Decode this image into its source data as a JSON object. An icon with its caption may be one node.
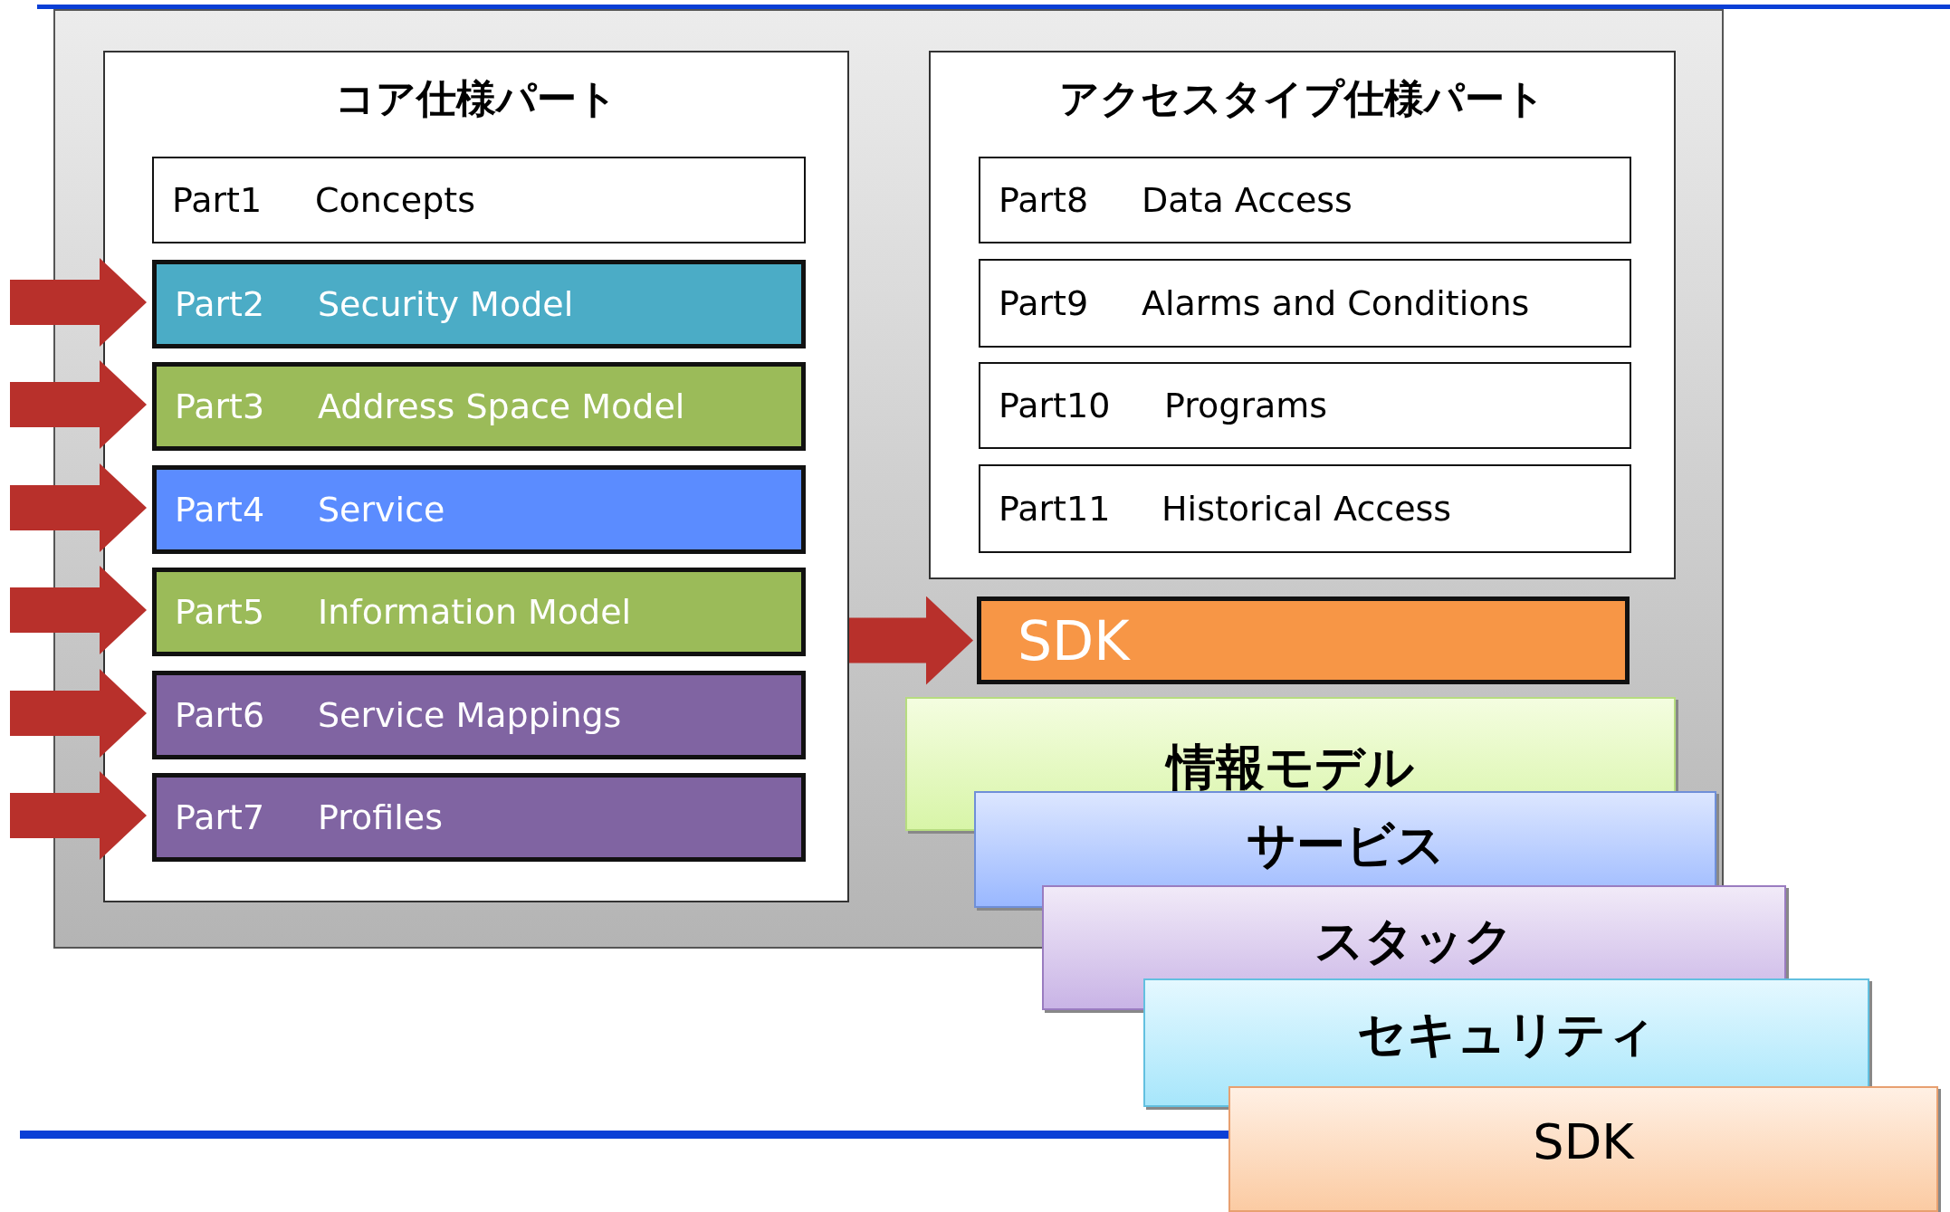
{
  "diagram": {
    "nodes": [
      {
        "text": [
          "コア仕様パート"
        ]
      },
      {
        "text": [
          "Part1",
          "Concepts"
        ],
        "in": 0
      },
      {
        "text": [
          "Part2",
          "Security Model"
        ],
        "in": 0
      },
      {
        "text": [
          "Part3",
          "Address Space Model"
        ],
        "in": 0
      },
      {
        "text": [
          "Part4",
          "Service"
        ],
        "in": 0
      },
      {
        "text": [
          "Part5",
          "Information Model"
        ],
        "in": 0
      },
      {
        "text": [
          "Part6",
          "Service Mappings"
        ],
        "in": 0
      },
      {
        "text": [
          "Part7",
          "Profiles"
        ],
        "in": 0
      },
      {
        "text": [
          "アクセスタイプ仕様パート"
        ]
      },
      {
        "text": [
          "Part8",
          "Data Access"
        ],
        "in": 8
      },
      {
        "text": [
          "Part9",
          "Alarms and Conditions"
        ],
        "in": 8
      },
      {
        "text": [
          "Part10",
          "Programs"
        ],
        "in": 8
      },
      {
        "text": [
          "Part11",
          "Historical Access"
        ],
        "in": 8
      },
      {
        "text": [
          "SDK"
        ]
      },
      {
        "text": [
          "情報モデル"
        ]
      },
      {
        "text": [
          "サービス"
        ]
      },
      {
        "text": [
          "スタック"
        ]
      },
      {
        "text": [
          "セキュリティ"
        ]
      },
      {
        "text": [
          "SDK"
        ]
      }
    ],
    "edges": [
      {
        "from": null,
        "to": 2,
        "arrow": "to"
      },
      {
        "from": null,
        "to": 3,
        "arrow": "to"
      },
      {
        "from": null,
        "to": 4,
        "arrow": "to"
      },
      {
        "from": null,
        "to": 5,
        "arrow": "to"
      },
      {
        "from": null,
        "to": 6,
        "arrow": "to"
      },
      {
        "from": null,
        "to": 7,
        "arrow": "to"
      },
      {
        "from": 0,
        "to": 13,
        "arrow": "to"
      }
    ]
  }
}
